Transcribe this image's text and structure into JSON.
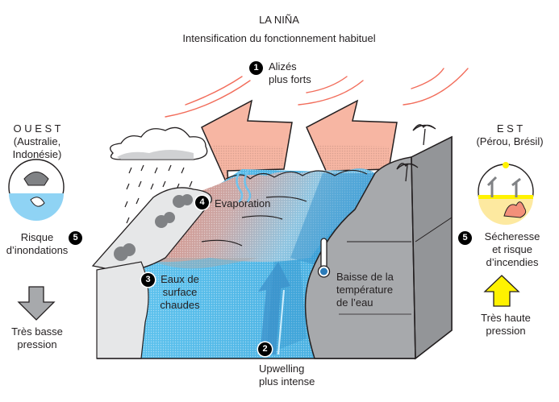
{
  "header": {
    "title": "LA NIÑA",
    "subtitle": "Intensification du fonctionnement habituel"
  },
  "west": {
    "heading": "O U E S T",
    "region": "(Australie,\nIndonésie)",
    "risk_badge": "5",
    "risk": "Risque\nd’inondations",
    "pressure": "Très basse\npression",
    "pressure_arrow": "down-arrow",
    "pressure_color": "#a7a9ac",
    "illustration": "flood-icon"
  },
  "east": {
    "heading": "E S T",
    "region": "(Pérou, Brésil)",
    "risk_badge": "5",
    "risk": "Sécheresse\net risque\nd’incendies",
    "pressure": "Très haute\npression",
    "pressure_arrow": "up-arrow",
    "pressure_color": "#fff200",
    "illustration": "drought-fire-icon"
  },
  "labels": {
    "winds_badge": "1",
    "winds": "Alizés\nplus forts",
    "upwelling_badge": "2",
    "upwelling": "Upwelling\nplus intense",
    "warm_badge": "3",
    "warm": "Eaux de\nsurface\nchaudes",
    "evap_badge": "4",
    "evap": "Evaporation",
    "temp": "Baisse de la\ntempérature\nde l’eau"
  },
  "colors": {
    "wind_arrow": "#f7b6a3",
    "warm_water": "#e9907e",
    "cold_water": "#5bc4ef",
    "deep_blue": "#2f8fc9",
    "land_gray": "#a7a9ac",
    "land_light": "#e6e7e8",
    "drought_yellow": "#fff200"
  }
}
